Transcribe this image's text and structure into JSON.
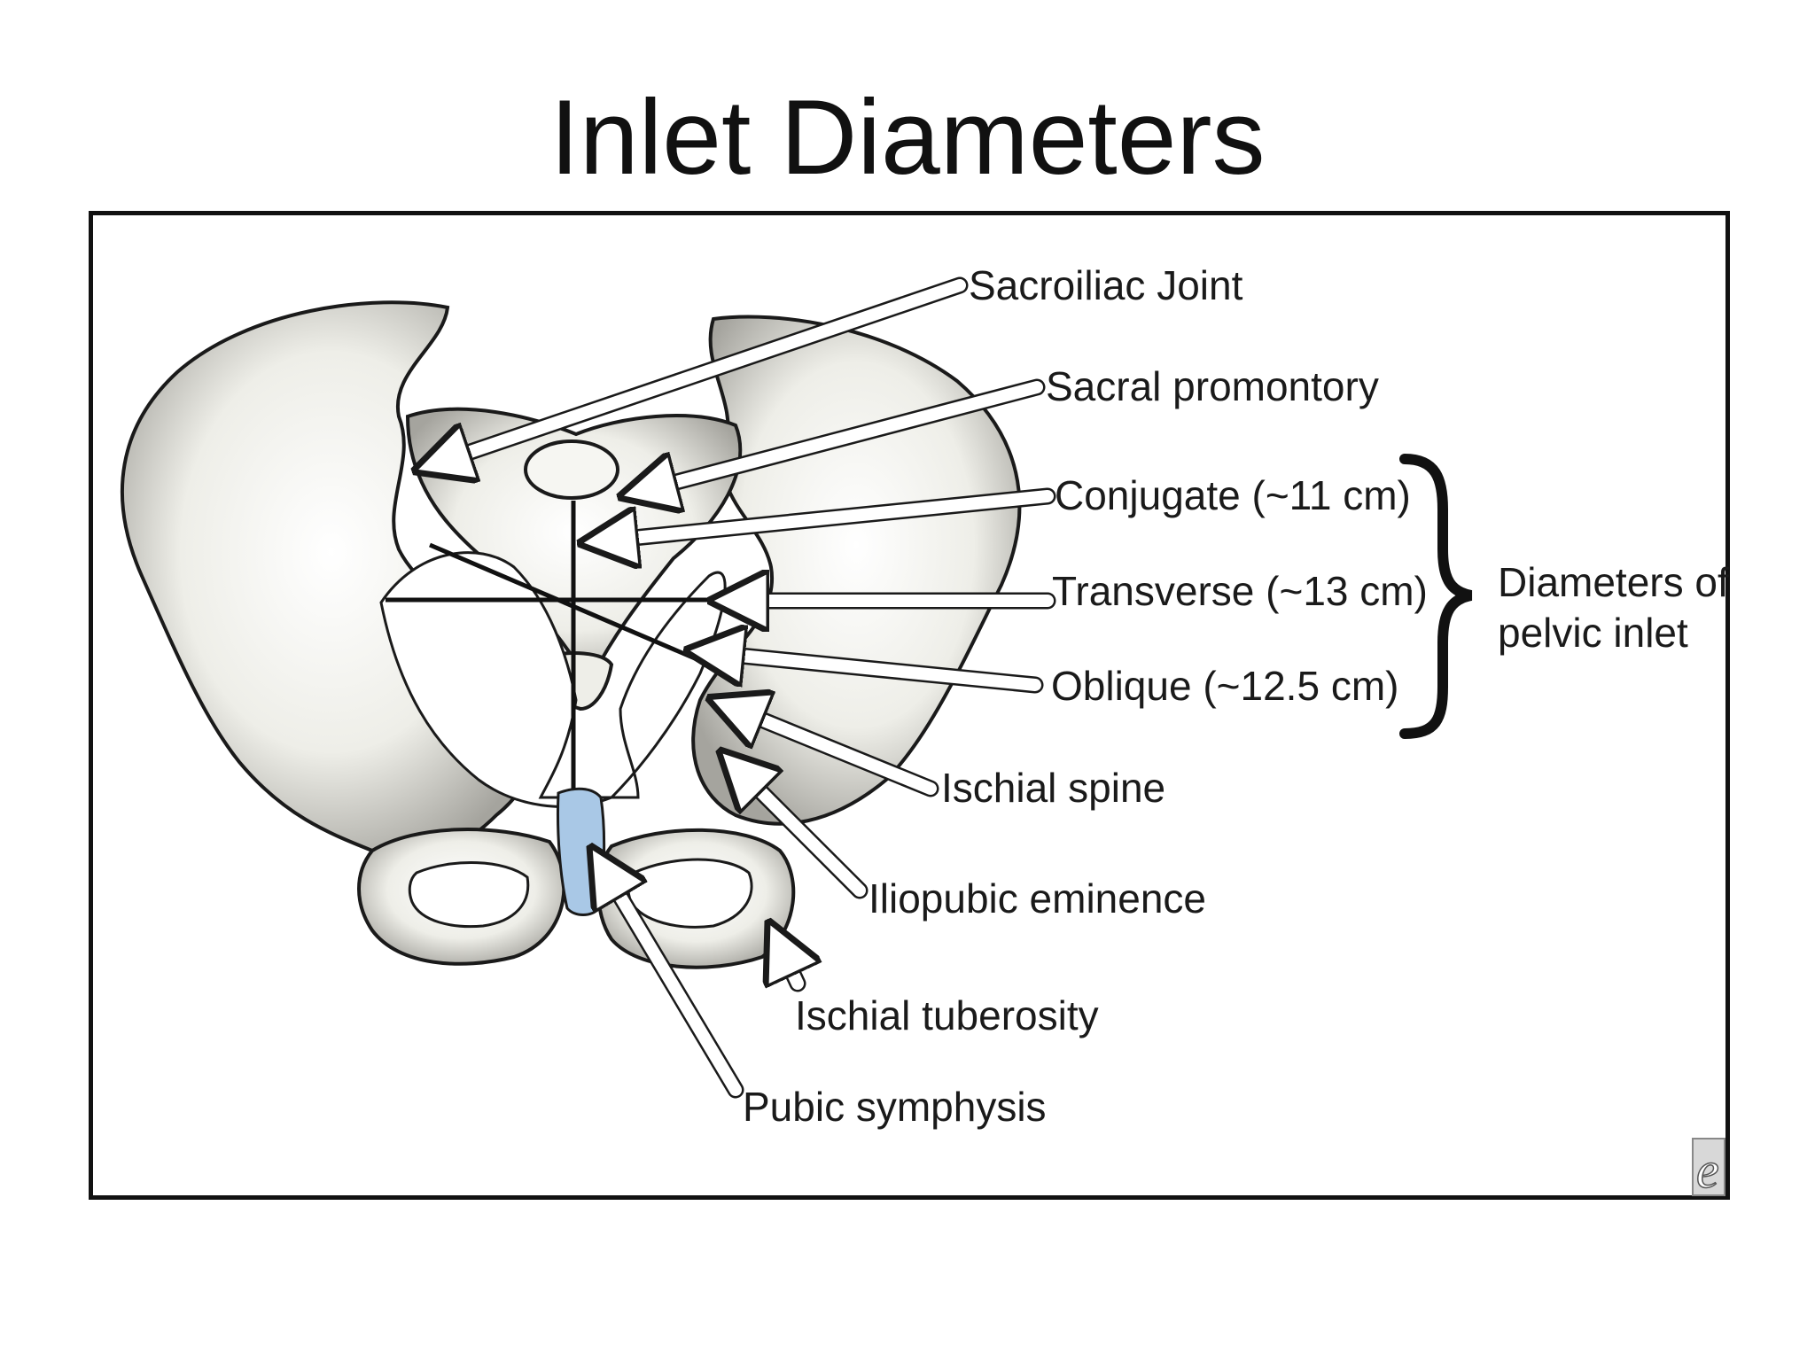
{
  "title": "Inlet Diameters",
  "labels": {
    "sacroiliac_joint": "Sacroiliac Joint",
    "sacral_promontory": "Sacral promontory",
    "conjugate": "Conjugate (~11 cm)",
    "transverse": "Transverse (~13 cm)",
    "oblique": "Oblique (~12.5 cm)",
    "ischial_spine": "Ischial spine",
    "iliopubic_eminence": "Iliopubic eminence",
    "ischial_tuberosity": "Ischial tuberosity",
    "pubic_symphysis": "Pubic symphysis",
    "group_line1": "Diameters of",
    "group_line2": "pelvic inlet"
  },
  "watermark_glyph": "e",
  "colors": {
    "bone": "#e7e6e0",
    "bone_shadow": "#8f8e88",
    "outline": "#1a1a1a",
    "symphysis": "#a9c8e6"
  }
}
